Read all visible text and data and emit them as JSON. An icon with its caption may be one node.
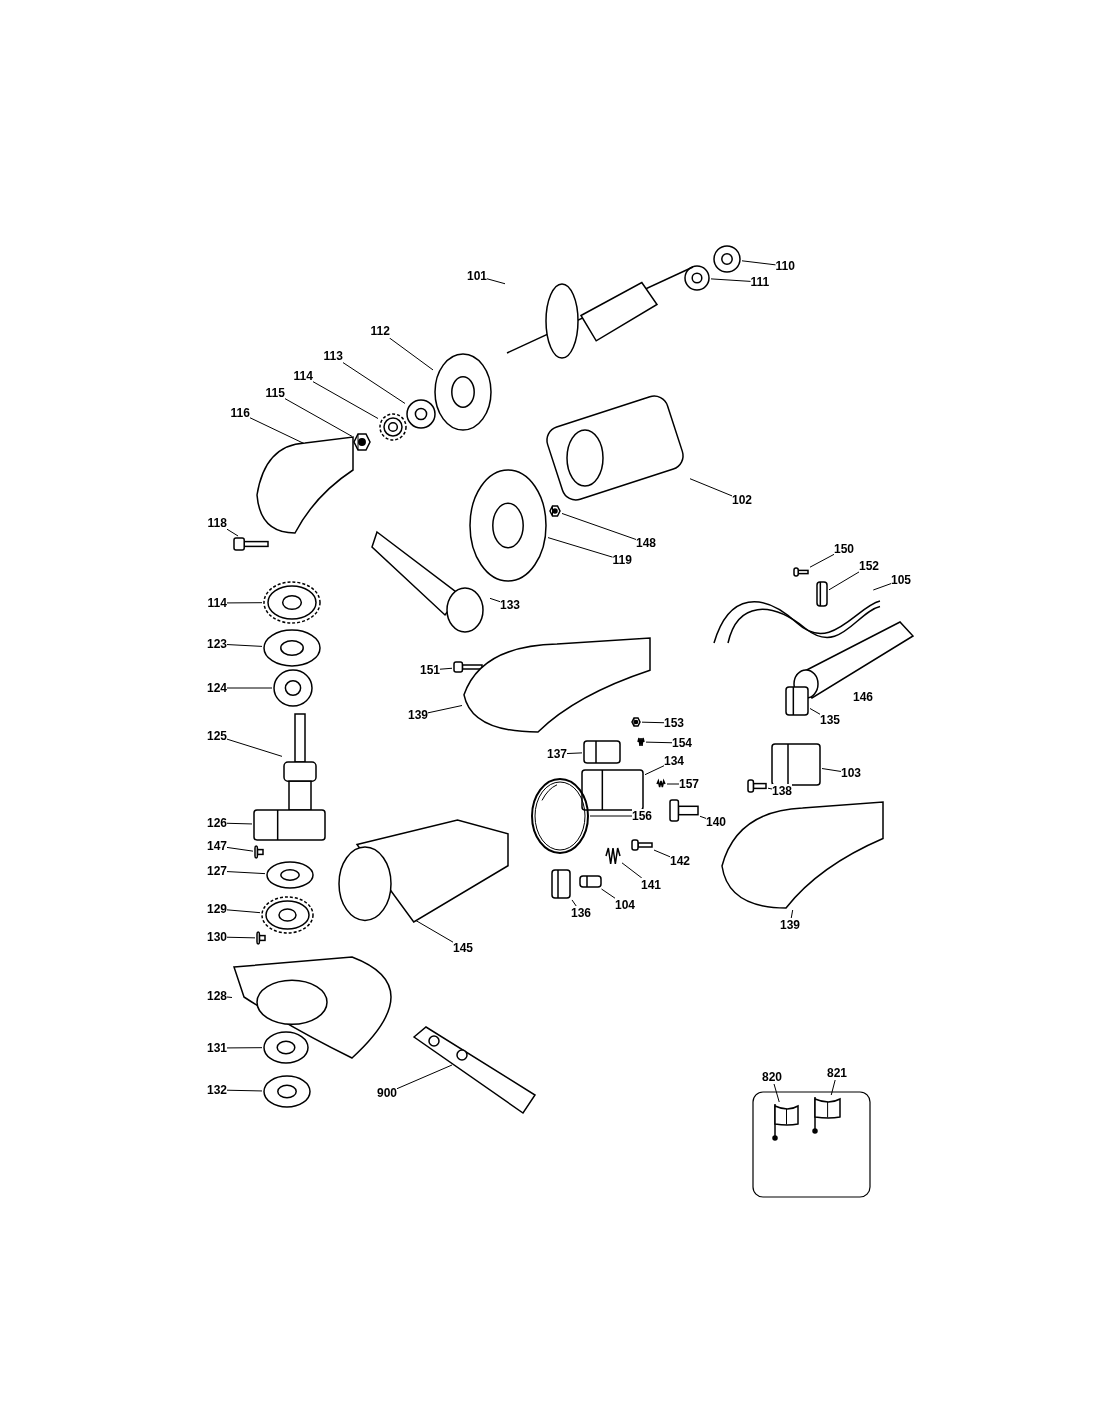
{
  "diagram": {
    "nodes": [
      {
        "text": [
          "110"
        ]
      },
      {
        "text": [],
        "shape": "picture"
      },
      {
        "text": [
          "111"
        ]
      },
      {
        "text": [],
        "shape": "picture"
      },
      {
        "text": [
          "101"
        ]
      },
      {
        "text": [],
        "shape": "picture"
      },
      {
        "text": [
          "112"
        ]
      },
      {
        "text": [],
        "shape": "picture"
      },
      {
        "text": [
          "113"
        ]
      },
      {
        "text": [],
        "shape": "picture"
      },
      {
        "text": [
          "114"
        ]
      },
      {
        "text": [],
        "shape": "picture"
      },
      {
        "text": [
          "115"
        ]
      },
      {
        "text": [],
        "shape": "picture"
      },
      {
        "text": [
          "116"
        ]
      },
      {
        "text": [],
        "shape": "picture"
      },
      {
        "text": [
          "102"
        ]
      },
      {
        "text": [],
        "shape": "picture"
      },
      {
        "text": [
          "118"
        ]
      },
      {
        "text": [],
        "shape": "picture"
      },
      {
        "text": [
          "148"
        ]
      },
      {
        "text": [],
        "shape": "picture"
      },
      {
        "text": [
          "119"
        ]
      },
      {
        "text": [],
        "shape": "picture"
      },
      {
        "text": [
          "133"
        ]
      },
      {
        "text": [],
        "shape": "picture"
      },
      {
        "text": [
          "150"
        ]
      },
      {
        "text": [],
        "shape": "picture"
      },
      {
        "text": [
          "152"
        ]
      },
      {
        "text": [],
        "shape": "picture"
      },
      {
        "text": [
          "105"
        ]
      },
      {
        "text": [],
        "shape": "picture"
      },
      {
        "text": [
          "114"
        ]
      },
      {
        "text": [],
        "shape": "picture"
      },
      {
        "text": [
          "123"
        ]
      },
      {
        "text": [],
        "shape": "picture"
      },
      {
        "text": [
          "151"
        ]
      },
      {
        "text": [],
        "shape": "picture"
      },
      {
        "text": [
          "124"
        ]
      },
      {
        "text": [],
        "shape": "picture"
      },
      {
        "text": [
          "146"
        ]
      },
      {
        "text": [],
        "shape": "picture"
      },
      {
        "text": [
          "139"
        ]
      },
      {
        "text": [],
        "shape": "picture"
      },
      {
        "text": [
          "153"
        ]
      },
      {
        "text": [],
        "shape": "picture"
      },
      {
        "text": [
          "135"
        ]
      },
      {
        "text": [],
        "shape": "picture"
      },
      {
        "text": [
          "125"
        ]
      },
      {
        "text": [],
        "shape": "picture"
      },
      {
        "text": [
          "137"
        ]
      },
      {
        "text": [],
        "shape": "picture"
      },
      {
        "text": [
          "154"
        ]
      },
      {
        "text": [],
        "shape": "picture"
      },
      {
        "text": [
          "134"
        ]
      },
      {
        "text": [],
        "shape": "picture"
      },
      {
        "text": [
          "103"
        ]
      },
      {
        "text": [],
        "shape": "picture"
      },
      {
        "text": [
          "157"
        ]
      },
      {
        "text": [],
        "shape": "picture"
      },
      {
        "text": [
          "138"
        ]
      },
      {
        "text": [],
        "shape": "picture"
      },
      {
        "text": [
          "156"
        ]
      },
      {
        "text": [],
        "shape": "picture"
      },
      {
        "text": [
          "140"
        ]
      },
      {
        "text": [],
        "shape": "picture"
      },
      {
        "text": [
          "126"
        ]
      },
      {
        "text": [],
        "shape": "picture"
      },
      {
        "text": [
          "147"
        ]
      },
      {
        "text": [],
        "shape": "picture"
      },
      {
        "text": [
          "142"
        ]
      },
      {
        "text": [],
        "shape": "picture"
      },
      {
        "text": [
          "127"
        ]
      },
      {
        "text": [],
        "shape": "picture"
      },
      {
        "text": [
          "141"
        ]
      },
      {
        "text": [],
        "shape": "picture"
      },
      {
        "text": [
          "129"
        ]
      },
      {
        "text": [],
        "shape": "picture"
      },
      {
        "text": [
          "136"
        ]
      },
      {
        "text": [],
        "shape": "picture"
      },
      {
        "text": [
          "104"
        ]
      },
      {
        "text": [],
        "shape": "picture"
      },
      {
        "text": [
          "139"
        ]
      },
      {
        "text": [],
        "shape": "picture"
      },
      {
        "text": [
          "130"
        ]
      },
      {
        "text": [],
        "shape": "picture"
      },
      {
        "text": [
          "145"
        ]
      },
      {
        "text": [],
        "shape": "picture"
      },
      {
        "text": [
          "128"
        ]
      },
      {
        "text": [],
        "shape": "picture"
      },
      {
        "text": [
          "131"
        ]
      },
      {
        "text": [],
        "shape": "picture"
      },
      {
        "text": [
          "132"
        ]
      },
      {
        "text": [],
        "shape": "picture"
      },
      {
        "text": [
          "900"
        ]
      },
      {
        "text": [],
        "shape": "picture"
      },
      {
        "text": [
          "820"
        ]
      },
      {
        "text": [],
        "shape": "picture"
      },
      {
        "text": [
          "821"
        ]
      },
      {
        "text": [],
        "shape": "picture"
      }
    ],
    "edges": [
      {
        "from": 0,
        "to": 1,
        "arrow": "none"
      },
      {
        "from": 2,
        "to": 3,
        "arrow": "none"
      },
      {
        "from": 4,
        "to": 5,
        "arrow": "none"
      },
      {
        "from": 6,
        "to": 7,
        "arrow": "none"
      },
      {
        "from": 8,
        "to": 9,
        "arrow": "none"
      },
      {
        "from": 10,
        "to": 11,
        "arrow": "none"
      },
      {
        "from": 12,
        "to": 13,
        "arrow": "none"
      },
      {
        "from": 14,
        "to": 15,
        "arrow": "none"
      },
      {
        "from": 16,
        "to": 17,
        "arrow": "none"
      },
      {
        "from": 18,
        "to": 19,
        "arrow": "none"
      },
      {
        "from": 20,
        "to": 21,
        "arrow": "none"
      },
      {
        "from": 22,
        "to": 23,
        "arrow": "none"
      },
      {
        "from": 24,
        "to": 25,
        "arrow": "none"
      },
      {
        "from": 26,
        "to": 27,
        "arrow": "none"
      },
      {
        "from": 28,
        "to": 29,
        "arrow": "none"
      },
      {
        "from": 30,
        "to": 31,
        "arrow": "none"
      },
      {
        "from": 32,
        "to": 33,
        "arrow": "none"
      },
      {
        "from": 34,
        "to": 35,
        "arrow": "none"
      },
      {
        "from": 36,
        "to": 37,
        "arrow": "none"
      },
      {
        "from": 38,
        "to": 39,
        "arrow": "none"
      },
      {
        "from": 40,
        "to": 41,
        "arrow": "none"
      },
      {
        "from": 42,
        "to": 43,
        "arrow": "none"
      },
      {
        "from": 44,
        "to": 45,
        "arrow": "none"
      },
      {
        "from": 46,
        "to": 47,
        "arrow": "none"
      },
      {
        "from": 48,
        "to": 49,
        "arrow": "none"
      },
      {
        "from": 50,
        "to": 51,
        "arrow": "none"
      },
      {
        "from": 52,
        "to": 53,
        "arrow": "none"
      },
      {
        "from": 54,
        "to": 55,
        "arrow": "none"
      },
      {
        "from": 56,
        "to": 57,
        "arrow": "none"
      },
      {
        "from": 58,
        "to": 59,
        "arrow": "none"
      },
      {
        "from": 60,
        "to": 61,
        "arrow": "none"
      },
      {
        "from": 62,
        "to": 63,
        "arrow": "none"
      },
      {
        "from": 64,
        "to": 65,
        "arrow": "none"
      },
      {
        "from": 66,
        "to": 67,
        "arrow": "none"
      },
      {
        "from": 68,
        "to": 69,
        "arrow": "none"
      },
      {
        "from": 70,
        "to": 71,
        "arrow": "none"
      },
      {
        "from": 72,
        "to": 73,
        "arrow": "none"
      },
      {
        "from": 74,
        "to": 75,
        "arrow": "none"
      },
      {
        "from": 76,
        "to": 77,
        "arrow": "none"
      },
      {
        "from": 78,
        "to": 79,
        "arrow": "none"
      },
      {
        "from": 80,
        "to": 81,
        "arrow": "none"
      },
      {
        "from": 82,
        "to": 83,
        "arrow": "none"
      },
      {
        "from": 84,
        "to": 85,
        "arrow": "none"
      },
      {
        "from": 86,
        "to": 87,
        "arrow": "none"
      },
      {
        "from": 88,
        "to": 89,
        "arrow": "none"
      },
      {
        "from": 90,
        "to": 91,
        "arrow": "none"
      },
      {
        "from": 92,
        "to": 93,
        "arrow": "none"
      },
      {
        "from": 94,
        "to": 95,
        "arrow": "none"
      },
      {
        "from": 96,
        "to": 97,
        "arrow": "none"
      },
      {
        "from": 98,
        "to": 99,
        "arrow": "none"
      }
    ]
  }
}
